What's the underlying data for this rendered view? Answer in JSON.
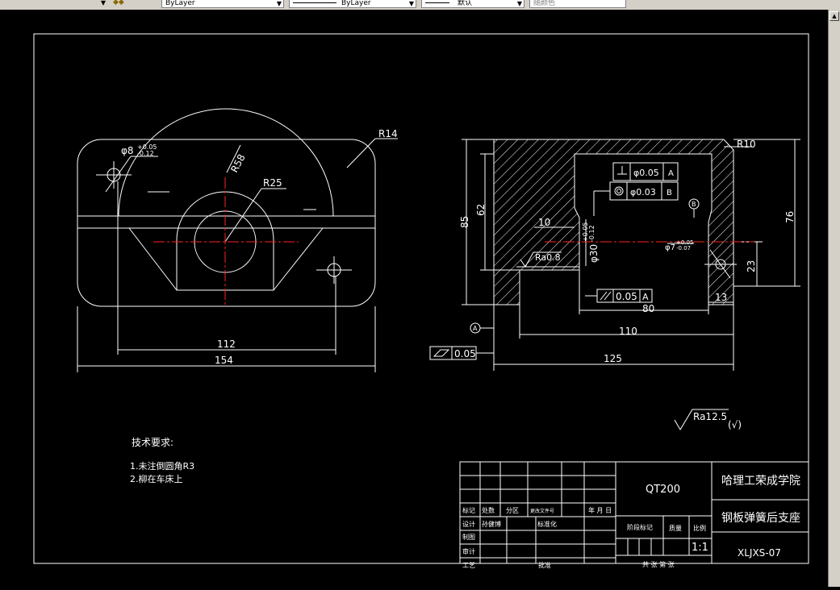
{
  "toolbar": {
    "layer_value": "ByLayer",
    "linetype_value": "ByLayer",
    "lineweight_value": "默认",
    "plotstyle_value": "随颜色"
  },
  "drawing": {
    "left_view": {
      "r14": "R14",
      "r58": "R58",
      "r25": "R25",
      "hole_dia": "φ8",
      "hole_tol_upper": "+0.05",
      "hole_tol_lower": "-0.12",
      "dim_112": "112",
      "dim_154": "154"
    },
    "right_view": {
      "r10": "R10",
      "dim_85": "85",
      "dim_62": "62",
      "dim_76": "76",
      "dim_23": "23",
      "dim_10": "10",
      "dim_13": "13",
      "dim_80": "80",
      "dim_110": "110",
      "dim_125": "125",
      "bore_dia": "φ30",
      "bore_tol_upper": "+0.05",
      "bore_tol_lower": "-0.12",
      "small_hole": "φ7",
      "small_hole_tol_upper": "+0.05",
      "small_hole_tol_lower": "-0.07",
      "ra_bore": "Ra0.8",
      "gdt1_value": "φ0.05",
      "gdt1_datum": "A",
      "gdt2_value": "φ0.03",
      "gdt2_datum": "B",
      "parallel_value": "0.05",
      "parallel_datum": "A",
      "flatness_value": "0.05",
      "datum_a": "A",
      "datum_b": "B"
    },
    "roughness_general": "Ra12.5",
    "roughness_other": "(√)",
    "notes": {
      "title": "技术要求:",
      "item1": "1.未注倒圆角R3",
      "item2": "2.柳在车床上"
    },
    "title_block": {
      "material": "QT200",
      "school": "哈理工荣成学院",
      "part_name": "钢板弹簧后支座",
      "drawing_no": "XLJXS-07",
      "scale": "1:1",
      "hdr_mark": "标记",
      "hdr_count": "处数",
      "hdr_zone": "分区",
      "hdr_change_doc": "更改文件号",
      "hdr_date": "年 月 日",
      "row_design": "设计",
      "designer": "孙健博",
      "row_standard": "标准化",
      "row_draw": "制图",
      "row_check": "审计",
      "row_craft": "工艺",
      "row_approve": "批准",
      "stage_mark": "阶段标记",
      "weight": "质量",
      "scale_label": "比例",
      "sheets": "共  张  第  张"
    }
  }
}
